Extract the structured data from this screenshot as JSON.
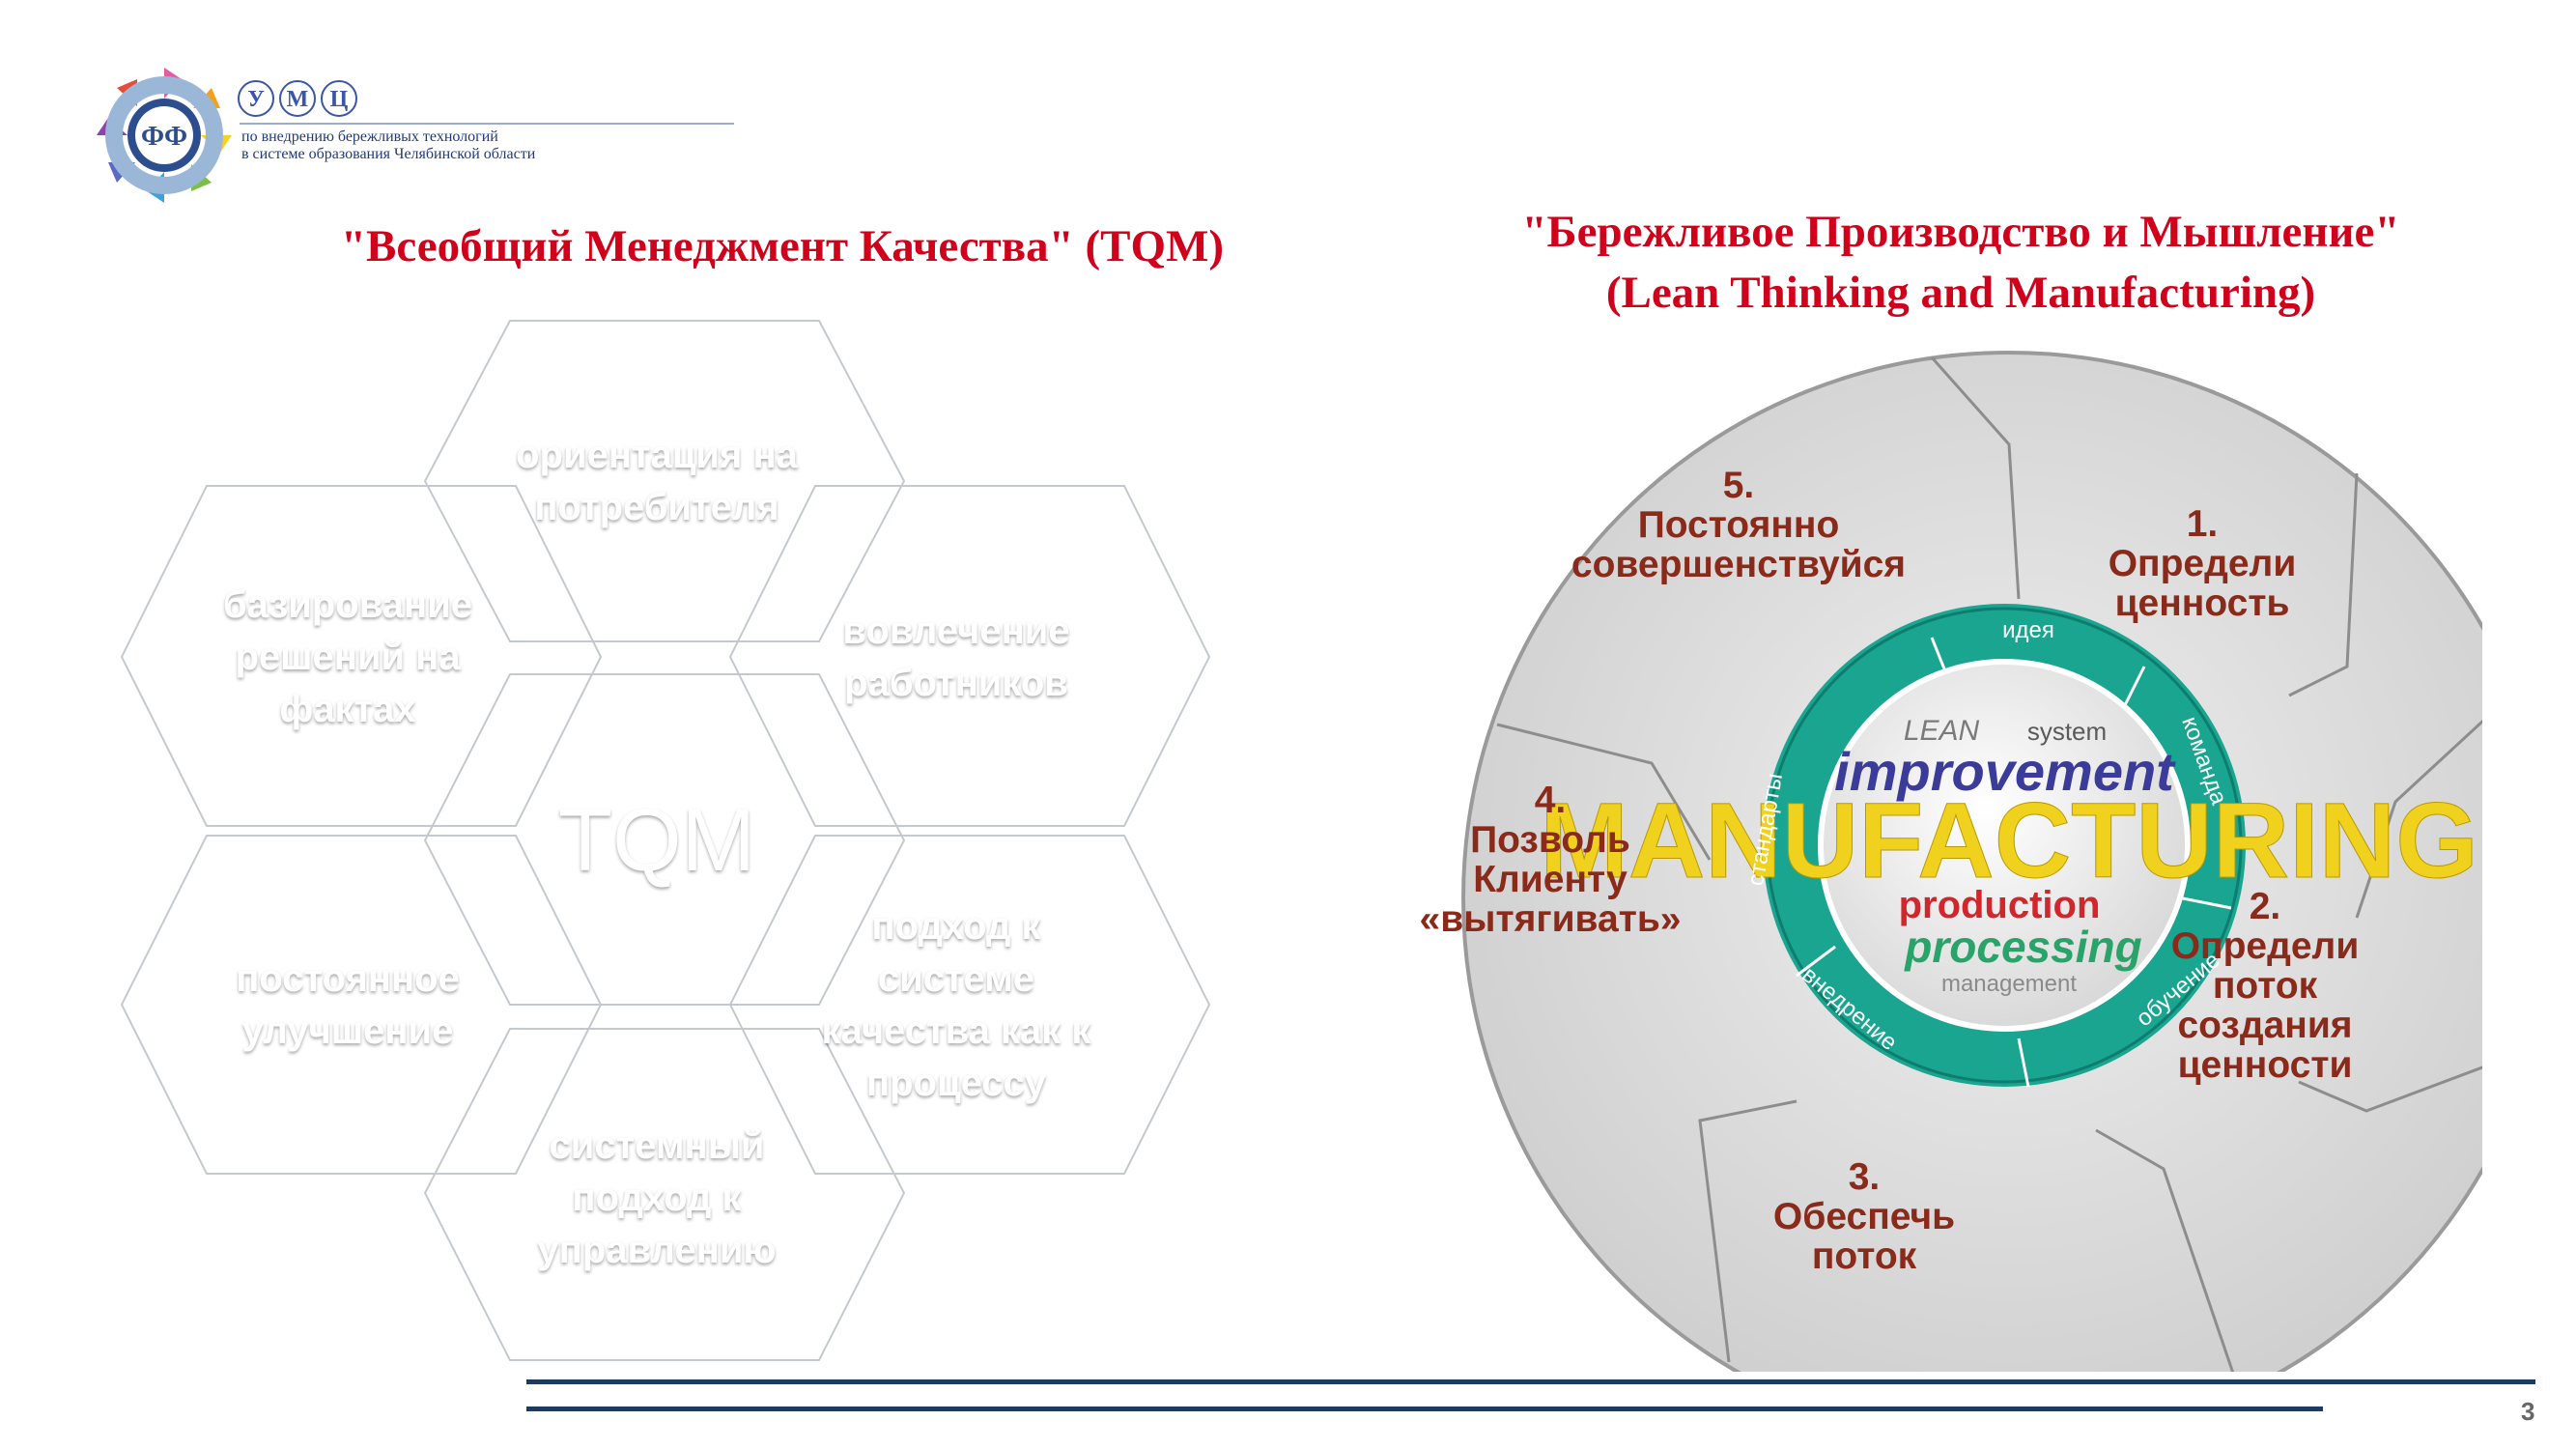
{
  "logo": {
    "letters": [
      "У",
      "М",
      "Ц"
    ],
    "emblem_text": "ФФ",
    "caption_line1": "по внедрению бережливых технологий",
    "caption_line2": "в системе образования Челябинской области"
  },
  "tqm": {
    "title": "\"Всеобщий Менеджмент Качества\" (TQM)",
    "center": "TQM",
    "hexagons": [
      {
        "label": "ориентация на\nпотребителя",
        "color": "#4b2fb0"
      },
      {
        "label": "базирование\nрешений на\nфактах",
        "color": "#3d92d6"
      },
      {
        "label": "вовлечение\nработников",
        "color": "#4f7f8a"
      },
      {
        "label": "постоянное\nулучшение",
        "color": "#1f8fc7"
      },
      {
        "label": "подход к\nсистеме\nкачества как к\nпроцессу",
        "color": "#2ba26a"
      },
      {
        "label": "системный\nподход к\nуправлению",
        "color": "#1f8f8a"
      }
    ]
  },
  "lean": {
    "title_line1": "\"Бережливое Производство и Мышление\"",
    "title_line2": "(Lean Thinking and Manufacturing)",
    "steps": [
      {
        "label": "1.\nОпредели\nценность"
      },
      {
        "label": "2.\nОпредели\nпоток\nсоздания\nценности"
      },
      {
        "label": "3.\nОбеспечь\nпоток"
      },
      {
        "label": "4.\nПозволь\nКлиенту\n«вытягивать»"
      },
      {
        "label": "5.\nПостоянно\nсовершенствуйся"
      }
    ],
    "ring_words": [
      "идея",
      "команда",
      "обучение",
      "внедрение",
      "стандарты"
    ],
    "cloud_words": [
      "improvement",
      "LEAN",
      "MANUFACTURING",
      "production",
      "processing",
      "management",
      "system"
    ]
  },
  "footer": {
    "page_number": "3"
  }
}
